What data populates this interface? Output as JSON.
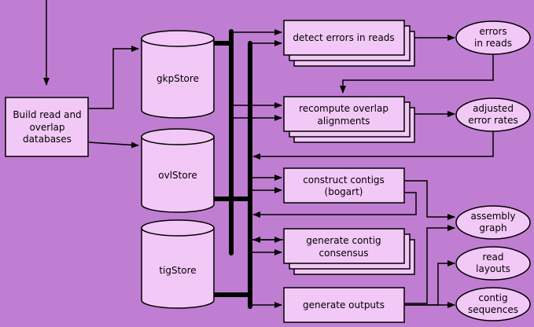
{
  "colors": {
    "background": "#c07ed2",
    "box_fill": "#f2c8f6",
    "stroke": "#000000"
  },
  "process_boxes": {
    "build": [
      "Build read and",
      "overlap",
      "databases"
    ],
    "detect": [
      "detect errors in reads"
    ],
    "recompute": [
      "recompute overlap",
      "alignments"
    ],
    "construct": [
      "construct contigs",
      "(bogart)"
    ],
    "consensus": [
      "generate contig",
      "consensus"
    ],
    "outputs": [
      "generate outputs"
    ]
  },
  "stores": {
    "gkp": "gkpStore",
    "ovl": "ovlStore",
    "tig": "tigStore"
  },
  "outputs": {
    "errors": [
      "errors",
      "in reads"
    ],
    "adjusted": [
      "adjusted",
      "error rates"
    ],
    "assembly": [
      "assembly",
      "graph"
    ],
    "read_layouts": [
      "read",
      "layouts"
    ],
    "contig_seq": [
      "contig",
      "sequences"
    ]
  }
}
